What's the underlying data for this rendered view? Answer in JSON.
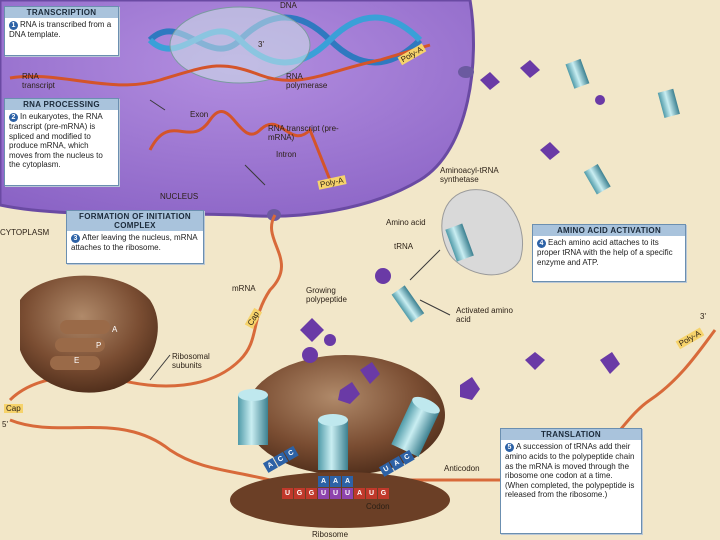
{
  "boxes": {
    "transcription": {
      "title": "TRANSCRIPTION",
      "num": "1",
      "text": "RNA is transcribed from a DNA template."
    },
    "processing": {
      "title": "RNA PROCESSING",
      "num": "2",
      "text": "In eukaryotes, the RNA transcript (pre-mRNA) is spliced and modified to produce mRNA, which moves from the nucleus to the cytoplasm."
    },
    "initiation": {
      "title": "FORMATION OF INITIATION COMPLEX",
      "num": "3",
      "text": "After leaving the nucleus, mRNA attaches to the ribosome."
    },
    "activation": {
      "title": "AMINO ACID ACTIVATION",
      "num": "4",
      "text": "Each amino acid attaches to its proper tRNA with the help of a specific enzyme and ATP."
    },
    "translation": {
      "title": "TRANSLATION",
      "num": "5",
      "text": "A succession of tRNAs add their amino acids to the polypeptide chain as the mRNA is moved through the ribosome one codon at a time. (When completed, the polypeptide is released from the ribosome.)"
    }
  },
  "labels": {
    "dna": "DNA",
    "three_prime": "3'",
    "poly_a": "Poly-A",
    "rna_polymerase": "RNA polymerase",
    "rna_transcript": "RNA transcript",
    "exon": "Exon",
    "rna_transcript_pre": "RNA transcript (pre-mRNA)",
    "intron": "Intron",
    "nucleus": "NUCLEUS",
    "cytoplasm": "CYTOPLASM",
    "aminoacyl_trna_synthetase": "Aminoacyl-tRNA synthetase",
    "amino_acid": "Amino acid",
    "trna": "tRNA",
    "mrna": "mRNA",
    "growing_polypeptide": "Growing polypeptide",
    "activated_amino_acid": "Activated amino acid",
    "cap": "Cap",
    "five_prime": "5'",
    "ribosomal_subunits": "Ribosomal subunits",
    "anticodon": "Anticodon",
    "codon": "Codon",
    "ribosome": "Ribosome",
    "subunit_a": "A",
    "subunit_p": "P",
    "subunit_e": "E"
  },
  "sequences": {
    "codons": [
      "U",
      "G",
      "G",
      "U",
      "U",
      "U",
      "A",
      "U",
      "G"
    ],
    "anticodon_left": [
      "A",
      "C",
      "C"
    ],
    "anticodon_mid": [
      "A",
      "A",
      "A"
    ],
    "anticodon_right": [
      "U",
      "A",
      "C"
    ]
  }
}
